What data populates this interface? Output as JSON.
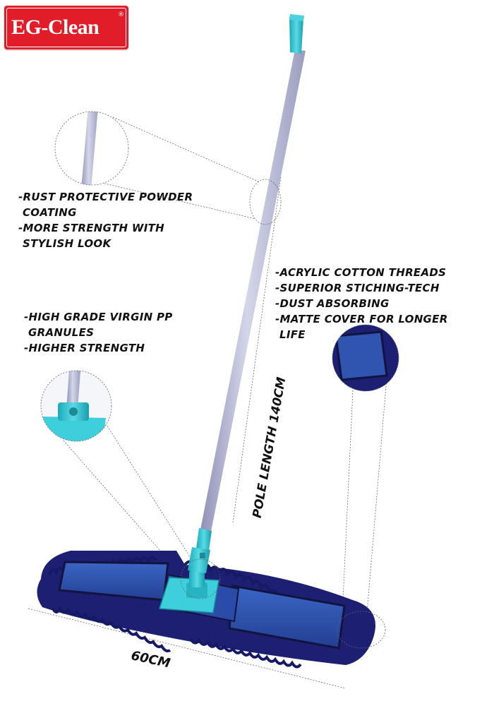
{
  "brand": {
    "logo_text": "EG-Clean",
    "registered_mark": "®",
    "color": "#e11d2a"
  },
  "callouts": {
    "pole": [
      "-RUST PROTECTIVE POWDER",
      "COATING",
      "-MORE STRENGTH WITH",
      "STYLISH LOOK"
    ],
    "mop_pad": [
      "-ACRYLIC COTTON THREADS",
      "-SUPERIOR STICHING-TECH",
      "-DUST ABSORBING",
      "-MATTE COVER FOR LONGER",
      "LIFE"
    ],
    "clip": [
      "-HIGH GRADE VIRGIN PP",
      "GRANULES",
      "-HIGHER STRENGTH"
    ]
  },
  "dimensions": {
    "pole_length": "POLE LENGTH 140CM",
    "mop_width": "60CM"
  },
  "colors": {
    "pole": "#b9bcd6",
    "clip": "#34c6d4",
    "pad_fringe": "#1c1f72",
    "pad_panel": "#2f55b0"
  }
}
